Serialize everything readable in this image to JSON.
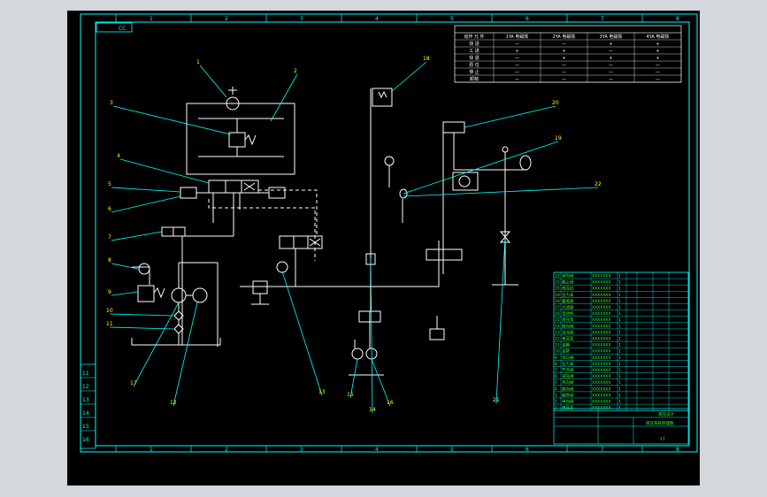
{
  "window": {
    "background": "#d4d8dd",
    "canvas": "#000000"
  },
  "colors": {
    "frame": "#00ffff",
    "lines": "#ffffff",
    "leaders": "#00ffff",
    "labels": "#ffff00",
    "table_text": "#3cff3c"
  },
  "corner_tag": "CC",
  "title_block": {
    "name": "液压系统原理图",
    "school": "液压设计",
    "sheet": "17"
  },
  "callouts": [
    "1",
    "2",
    "3",
    "4",
    "5",
    "6",
    "7",
    "8",
    "9",
    "10",
    "11",
    "12",
    "13",
    "14",
    "15",
    "16",
    "17",
    "18",
    "19",
    "20",
    "21",
    "22"
  ],
  "side_labels": [
    "11",
    "12",
    "13",
    "14",
    "15",
    "16"
  ],
  "border_ticks_top": [
    "1",
    "2",
    "3",
    "4",
    "5",
    "6",
    "7",
    "8"
  ],
  "border_ticks_bottom": [
    "1",
    "2",
    "3",
    "4",
    "5",
    "6",
    "7",
    "8"
  ],
  "action_table": {
    "header": [
      "动作 元 件",
      "1YA 电磁铁",
      "2YA 电磁铁",
      "3YA 电磁铁",
      "4YA 电磁铁"
    ],
    "rows": [
      [
        "快 进",
        "—",
        "—",
        "+",
        "+"
      ],
      [
        "工 进",
        "+",
        "+",
        "—",
        "+"
      ],
      [
        "快 退",
        "—",
        "+",
        "+",
        "+"
      ],
      [
        "原 位",
        "—",
        "—",
        "—",
        "—"
      ],
      [
        "停 止",
        "—",
        "—",
        "—",
        "—"
      ],
      [
        "卸荷",
        "—",
        "—",
        "—",
        "—"
      ]
    ]
  },
  "parts_list": [
    [
      "22",
      "单向阀",
      "XXXXXXX",
      "1"
    ],
    [
      "21",
      "截止阀",
      "XXXXXXX",
      "1"
    ],
    [
      "20",
      "液压缸",
      "XXXXXXX",
      "1"
    ],
    [
      "19",
      "压力表",
      "XXXXXXX",
      "1"
    ],
    [
      "18",
      "蓄能器",
      "XXXXXXX",
      "1"
    ],
    [
      "17",
      "过滤器",
      "XXXXXXX",
      "1"
    ],
    [
      "16",
      "电动机",
      "XXXXXXX",
      "1"
    ],
    [
      "15",
      "液压泵",
      "XXXXXXX",
      "1"
    ],
    [
      "14",
      "换向阀",
      "XXXXXXX",
      "1"
    ],
    [
      "13",
      "溢流阀",
      "XXXXXXX",
      "1"
    ],
    [
      "12",
      "液压泵",
      "XXXXXXX",
      "1"
    ],
    [
      "11",
      "油箱",
      "XXXXXXX",
      "1"
    ],
    [
      "10",
      "油管",
      "XXXXXXX",
      "1"
    ],
    [
      "9",
      "单向阀",
      "XXXXXXX",
      "1"
    ],
    [
      "8",
      "压力表",
      "XXXXXXX",
      "1"
    ],
    [
      "7",
      "节流阀",
      "XXXXXXX",
      "1"
    ],
    [
      "6",
      "减压阀",
      "XXXXXXX",
      "1"
    ],
    [
      "5",
      "单向阀",
      "XXXXXXX",
      "1"
    ],
    [
      "4",
      "换向阀",
      "XXXXXXX",
      "1"
    ],
    [
      "3",
      "顺序阀",
      "XXXXXXX",
      "1"
    ],
    [
      "2",
      "单向阀",
      "XXXXXXX",
      "1"
    ],
    [
      "1",
      "液压泵",
      "XXXXXXX",
      "1"
    ]
  ]
}
